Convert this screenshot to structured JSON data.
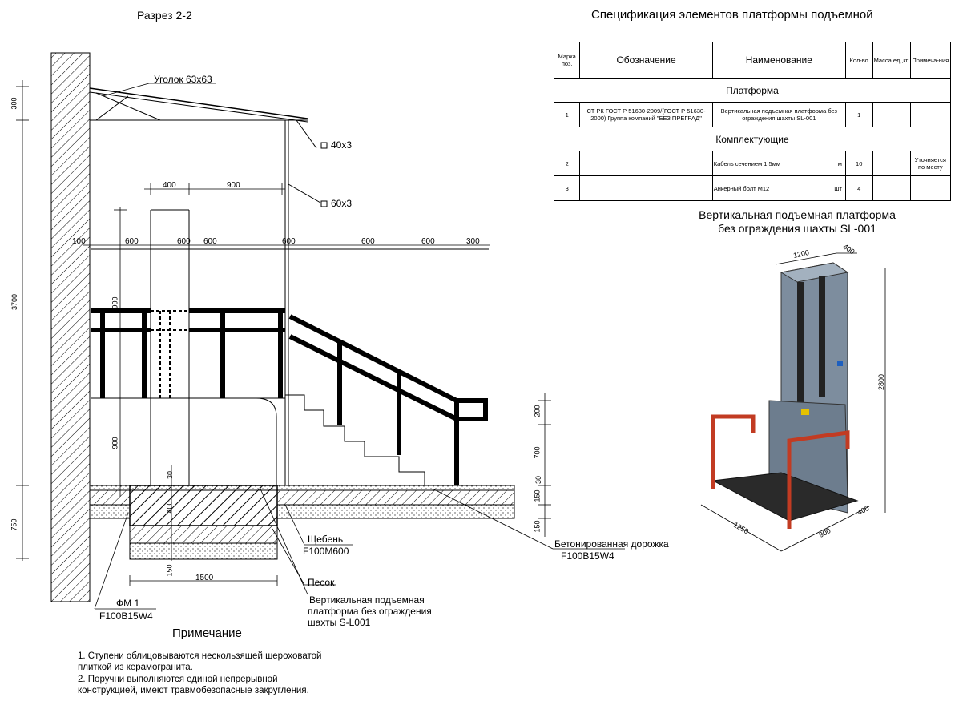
{
  "section_title": "Разрез 2-2",
  "spec": {
    "title": "Спецификация элементов платформы подъемной",
    "headers": {
      "mark": "Марка поз.",
      "designation": "Обозначение",
      "name": "Наименование",
      "qty": "Кол-во",
      "mass": "Масса ед.,кг.",
      "note": "Примеча-ния"
    },
    "group1": "Платформа",
    "row1": {
      "mark": "1",
      "designation": "СТ РК ГОСТ Р 51630-2009/(ГОСТ Р 51630-2000) Группа компаний \"БЕЗ ПРЕГРАД\"",
      "name": "Вертикальная подъемная платформа без ограждения шахты SL-001",
      "qty": "1",
      "mass": "",
      "note": ""
    },
    "group2": "Комплектующие",
    "row2": {
      "mark": "2",
      "designation": "",
      "name": "Кабель сечением 1,5мм",
      "unit": "м",
      "qty": "10",
      "mass": "",
      "note": "Уточняется по месту"
    },
    "row3": {
      "mark": "3",
      "designation": "",
      "name": "Анкерный болт М12",
      "unit": "шт",
      "qty": "4",
      "mass": "",
      "note": ""
    }
  },
  "photo_title_line1": "Вертикальная подъемная платформа",
  "photo_title_line2": "без ограждения шахты SL-001",
  "photo_dims": {
    "width": "1200",
    "depth": "400",
    "height": "2800",
    "base_width": "1250",
    "base_depth": "900",
    "base_side": "400"
  },
  "labels": {
    "angle": "Уголок 63х63",
    "tube40": "40х3",
    "tube60": "60х3",
    "gravel": "Щебень",
    "gravel_grade": "F100M600",
    "sand": "Песок",
    "path": "Бетонированная дорожка",
    "path_grade": "F100B15W4",
    "platform_line1": "Вертикальная подъемная",
    "platform_line2": "платформа без ограждения",
    "platform_line3": "шахты S-L001",
    "fm": "ФМ 1",
    "fm_grade": "F100B15W4"
  },
  "dims": {
    "d300_top": "300",
    "d3700": "3700",
    "d750": "750",
    "d400": "400",
    "d900_top": "900",
    "d100": "100",
    "d600a": "600",
    "d600b": "600",
    "d600c": "600",
    "d600d": "600",
    "d600e": "600",
    "d600f": "600",
    "d300_right": "300",
    "d900_rail": "900",
    "d900_low": "900",
    "d30a": "30",
    "d400_low": "400",
    "d150_low": "150",
    "d1500": "1500",
    "d200": "200",
    "d700": "700",
    "d30b": "30",
    "d150a": "150",
    "d150b": "150"
  },
  "notes": {
    "title": "Примечание",
    "n1_line1": "1. Ступени облицовываются нескользящей шероховатой",
    "n1_line2": "плиткой из керамогранита.",
    "n2_line1": "2.       Поручни   выполняются   единой   непрерывной",
    "n2_line2": "конструкцией, имеют травмобезопасные закругления."
  }
}
